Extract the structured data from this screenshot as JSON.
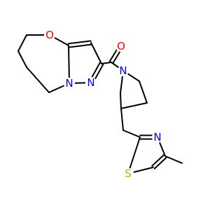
{
  "molecule": {
    "atoms": {
      "O_ring": {
        "symbol": "O",
        "color": "#ff0000"
      },
      "N_pz1": {
        "symbol": "N",
        "color": "#0000ff"
      },
      "N_pz2": {
        "symbol": "N",
        "color": "#0000ff"
      },
      "O_carbonyl": {
        "symbol": "O",
        "color": "#ff0000"
      },
      "N_pyrrolidine": {
        "symbol": "N",
        "color": "#0000ff"
      },
      "N_thiazole": {
        "symbol": "N",
        "color": "#0000ff"
      },
      "S_thiazole": {
        "symbol": "S",
        "color": "#ccaa00"
      }
    },
    "bond_color": "#000000"
  }
}
